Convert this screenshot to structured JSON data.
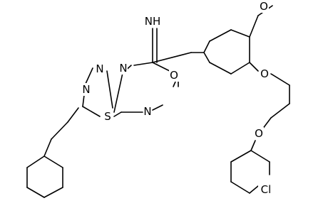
{
  "diagram": {
    "type": "chemical-structure",
    "atom_labels": {
      "imine_nh": "NH",
      "carbonyl_o": "O",
      "methoxy_o": "O",
      "ether_o1": "O",
      "ether_o2": "O",
      "ring_n1": "N",
      "ring_n2": "N",
      "ring_n3": "N",
      "ring_n4": "N",
      "sulfur": "S",
      "chlorine": "Cl"
    }
  }
}
